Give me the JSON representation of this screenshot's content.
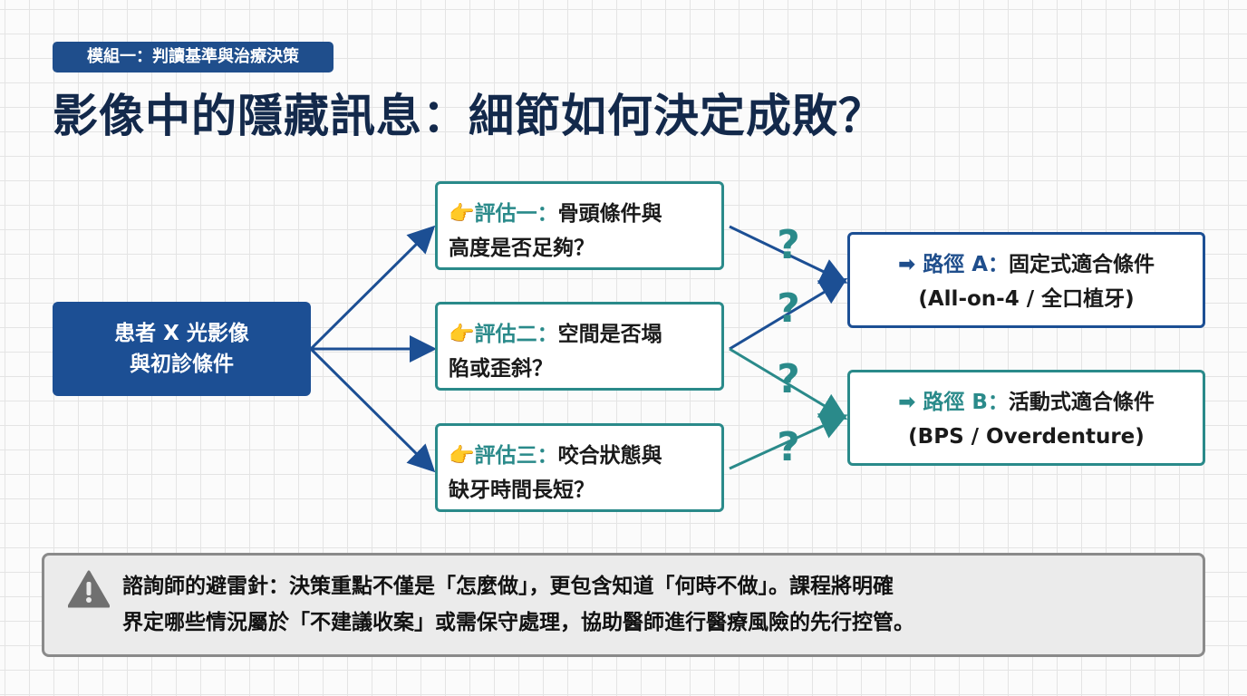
{
  "module_tag": "模組一：判讀基準與治療決策",
  "title": "影像中的隱藏訊息：細節如何決定成敗？",
  "source": {
    "line1": "患者 X 光影像",
    "line2": "與初診條件"
  },
  "evaluations": [
    {
      "label": "評估一：",
      "text1": "骨頭條件與",
      "text2": "高度是否足夠？"
    },
    {
      "label": "評估二：",
      "text1": "空間是否塌",
      "text2": "陷或歪斜？"
    },
    {
      "label": "評估三：",
      "text1": "咬合狀態與",
      "text2": "缺牙時間長短？"
    }
  ],
  "paths": [
    {
      "label": "路徑 A：",
      "text": "固定式適合條件",
      "sub": "(All-on-4 / 全口植牙)",
      "color": "#1f4e8c"
    },
    {
      "label": "路徑 B：",
      "text": "活動式適合條件",
      "sub": "(BPS / Overdenture)",
      "color": "#2a8a8a"
    }
  ],
  "question_mark": "?",
  "warning": {
    "line1": "諮詢師的避雷針：決策重點不僅是「怎麼做」，更包含知道「何時不做」。課程將明確",
    "line2": "界定哪些情況屬於「不建議收案」或需保守處理，協助醫師進行醫療風險的先行控管。"
  },
  "colors": {
    "navy": "#1c4f94",
    "teal": "#2a8a8a",
    "title": "#13294b"
  }
}
